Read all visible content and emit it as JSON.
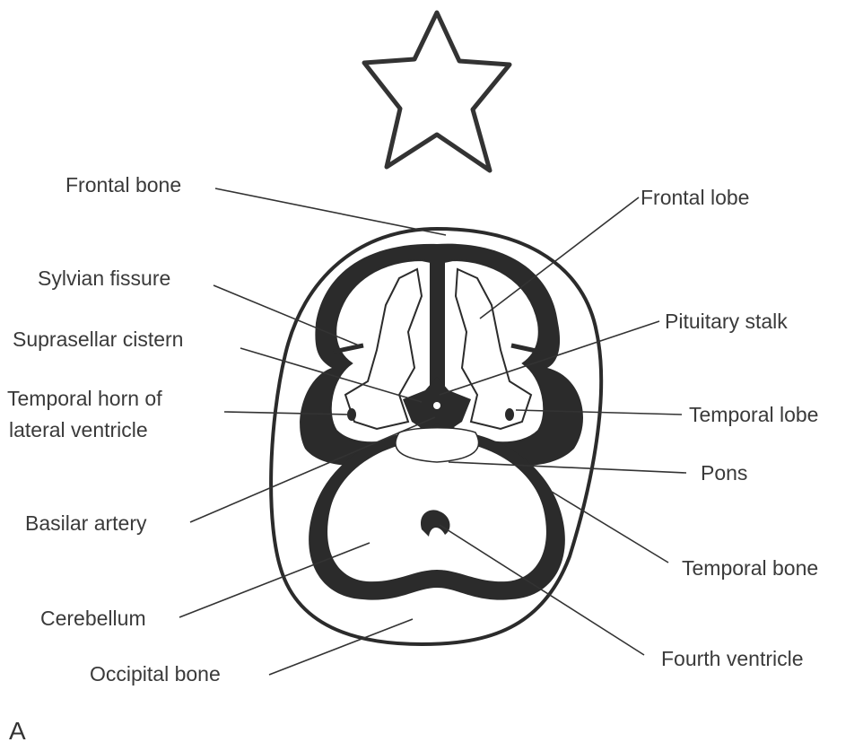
{
  "labels": {
    "frontal_bone": "Frontal bone",
    "frontal_lobe": "Frontal lobe",
    "sylvian_fissure": "Sylvian fissure",
    "pituitary_stalk": "Pituitary stalk",
    "suprasellar_cistern": "Suprasellar cistern",
    "temporal_horn_line1": "Temporal horn of",
    "temporal_horn_line2": "lateral ventricle",
    "temporal_lobe": "Temporal lobe",
    "pons": "Pons",
    "basilar_artery": "Basilar artery",
    "temporal_bone": "Temporal bone",
    "cerebellum": "Cerebellum",
    "fourth_ventricle": "Fourth ventricle",
    "occipital_bone": "Occipital bone"
  },
  "panel_letter": "A",
  "colors": {
    "ink": "#333333",
    "dark_fill": "#2b2b2b",
    "background": "#ffffff"
  }
}
